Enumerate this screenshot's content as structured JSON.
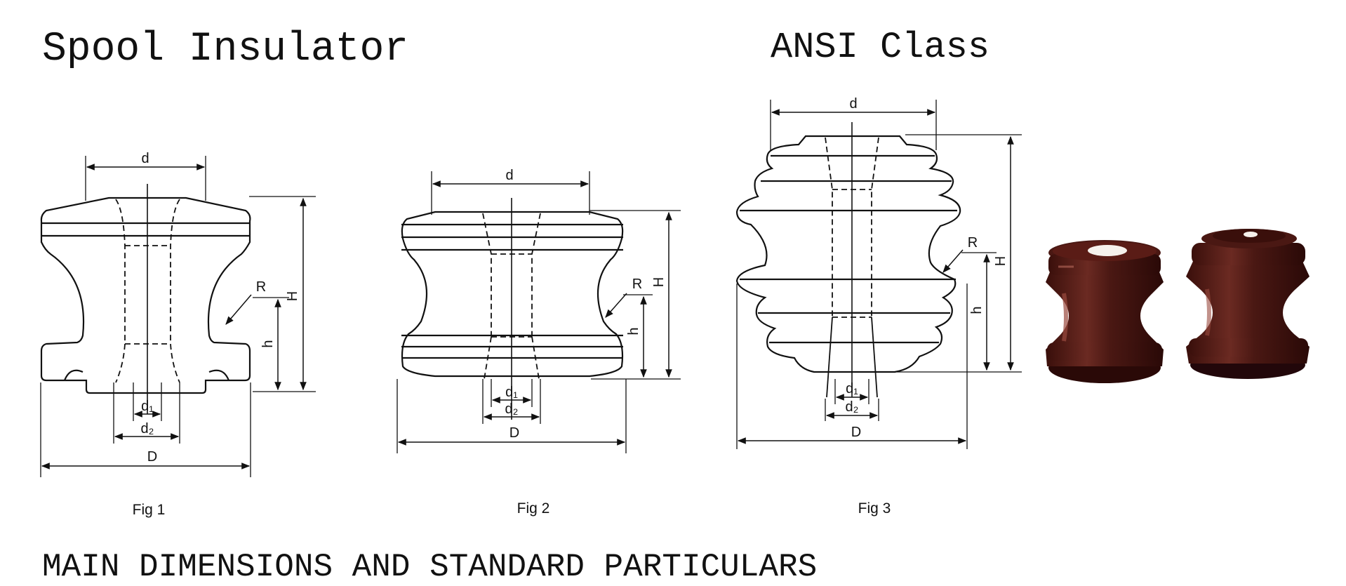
{
  "header": {
    "title_left": "Spool Insulator",
    "title_right": "ANSI Class"
  },
  "figures": [
    {
      "caption": "Fig 1",
      "labels": {
        "d": "d",
        "D": "D",
        "H": "H",
        "h": "h",
        "R": "R",
        "d1": "d₁",
        "d2": "d₂"
      }
    },
    {
      "caption": "Fig 2",
      "labels": {
        "d": "d",
        "D": "D",
        "H": "H",
        "h": "h",
        "R": "R",
        "d1": "d₁",
        "d2": "d₂"
      }
    },
    {
      "caption": "Fig 3",
      "labels": {
        "d": "d",
        "D": "D",
        "H": "H",
        "h": "h",
        "R": "R",
        "d1": "d₁",
        "d2": "d₂"
      }
    }
  ],
  "photo": {
    "glaze_color": "#5a1c16",
    "highlight_color": "#9a4a3e"
  },
  "footer": {
    "heading": "MAIN DIMENSIONS AND STANDARD PARTICULARS"
  }
}
